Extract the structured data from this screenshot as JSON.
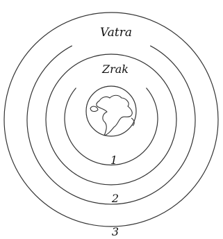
{
  "diagram": {
    "labels": {
      "vatra": "Vatra",
      "zrak": "Zrak",
      "one": "1",
      "two": "2",
      "three": "3"
    },
    "colors": {
      "line": "#333333",
      "text": "#111111",
      "background": "#ffffff"
    },
    "center_icon": "earth-continents-icon"
  }
}
